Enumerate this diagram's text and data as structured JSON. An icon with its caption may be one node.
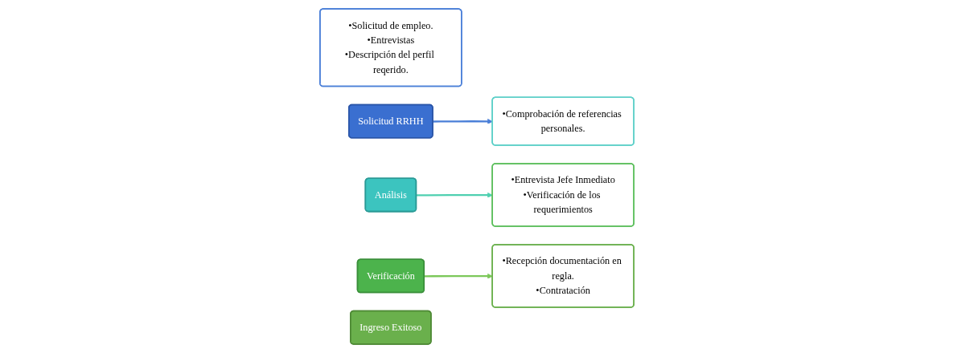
{
  "diagram": {
    "nodes": [
      {
        "text": [
          "•Solicitud de empleo.",
          "•Entrevistas",
          "•Descripción del perfil reqerido."
        ]
      },
      {
        "text": [
          "Solicitud RRHH"
        ]
      },
      {
        "text": [
          "Análisis"
        ]
      },
      {
        "text": [
          "•Comprobación de referencias personales."
        ]
      },
      {
        "text": [
          "•Entrevista Jefe Inmediato",
          "•Verificación de los requerimientos"
        ]
      },
      {
        "text": [
          "Verificación"
        ]
      },
      {
        "text": [
          "Ingreso Exitoso"
        ]
      },
      {
        "text": [
          "•Recepción documentación en regla.",
          "•Contratación"
        ]
      }
    ],
    "edges": [
      {
        "from": 1,
        "to": 3,
        "arrow": "to",
        "color": "#4a7fd8"
      },
      {
        "from": 2,
        "to": 4,
        "arrow": "to",
        "color": "#4fd0b0"
      },
      {
        "from": 5,
        "to": 7,
        "arrow": "to",
        "color": "#7cc85a"
      }
    ]
  }
}
